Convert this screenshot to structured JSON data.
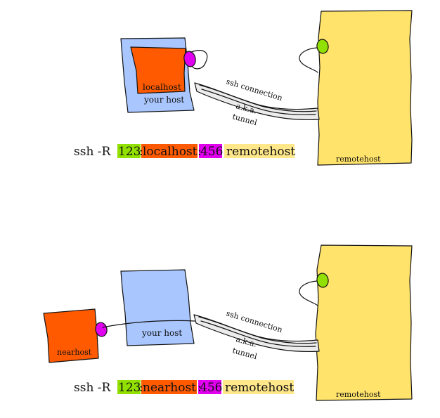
{
  "diagram_top": {
    "labels": {
      "local_inner": "localhost",
      "local_outer": "your host",
      "tunnel_1": "ssh connection",
      "tunnel_2": "a.k.a.",
      "tunnel_3": "tunnel",
      "remote": "remotehost"
    },
    "command": {
      "prefix": "ssh -R ",
      "port1": "123",
      "sep1": ":",
      "host": "localhost",
      "sep2": ":",
      "port2": "456",
      "space": " ",
      "remote": "remotehost"
    },
    "colors": {
      "remote": "#ffe36b",
      "remote_text": "#ffe78a",
      "port": "#92e000",
      "local_outer": "#a9c6ff",
      "local_inner": "#ff5a00",
      "target_port": "#e000ef"
    }
  },
  "diagram_bottom": {
    "labels": {
      "nearhost": "nearhost",
      "local_outer": "your host",
      "tunnel_1": "ssh connection",
      "tunnel_2": "a.k.a.",
      "tunnel_3": "tunnel",
      "remote": "remotehost"
    },
    "command": {
      "prefix": "ssh -R ",
      "port1": "123",
      "sep1": ":",
      "host": "nearhost",
      "sep2": ":",
      "port2": "456",
      "space": " ",
      "remote": "remotehost"
    },
    "colors": {
      "remote": "#ffe36b",
      "remote_text": "#ffe78a",
      "port": "#92e000",
      "local_outer": "#a9c6ff",
      "nearhost": "#ff5a00",
      "target_port": "#e000ef"
    }
  }
}
